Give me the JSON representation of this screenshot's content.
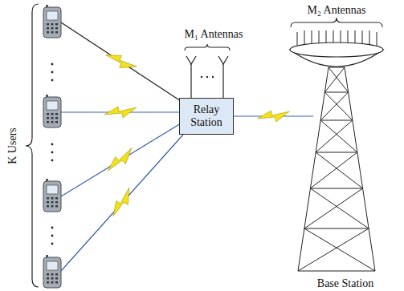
{
  "diagram": {
    "nodes": [
      {
        "text": [
          "Relay Station"
        ]
      },
      {
        "text": [
          "Base Station"
        ]
      }
    ],
    "edges": [
      {
        "from": 0,
        "to": 1,
        "arrow": "none"
      }
    ],
    "labels": [
      "K Users",
      "M₁ Antennas",
      "M₂ Antennas"
    ]
  }
}
